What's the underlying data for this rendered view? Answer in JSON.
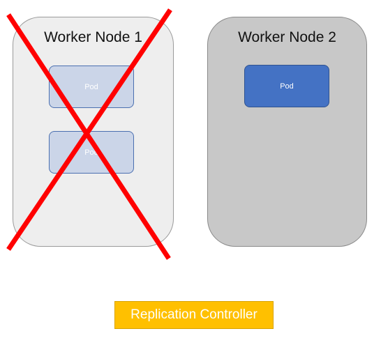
{
  "nodes": [
    {
      "title": "Worker Node 1",
      "failed": true
    },
    {
      "title": "Worker Node 2",
      "failed": false
    }
  ],
  "pods": [
    {
      "label": "Pod",
      "state": "faded"
    },
    {
      "label": "Pod",
      "state": "faded"
    },
    {
      "label": "Pod",
      "state": "active"
    }
  ],
  "controller": {
    "label": "Replication Controller"
  },
  "colors": {
    "node1_bg": "#eeeeee",
    "node2_bg": "#c8c8c8",
    "pod_active": "#4472c4",
    "pod_faded": "#cbd5e8",
    "controller_bg": "#ffc000",
    "cross": "#ff0000"
  }
}
